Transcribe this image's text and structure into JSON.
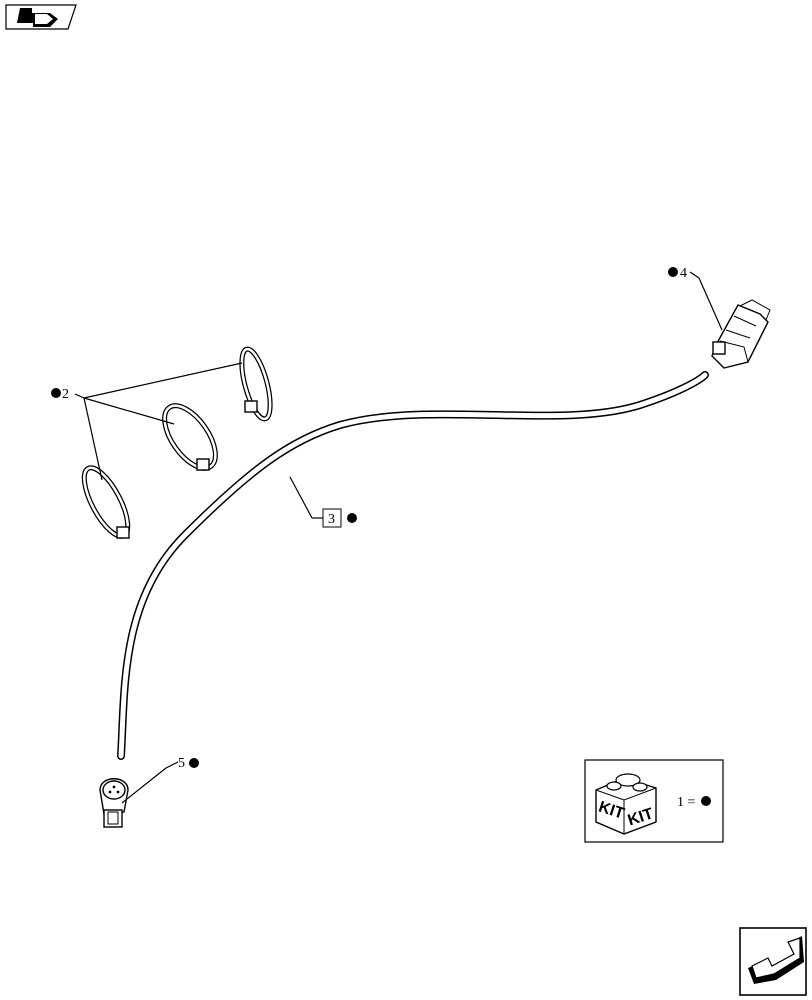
{
  "callouts": {
    "item_2": "2",
    "item_3": "3",
    "item_4": "4",
    "item_5": "5"
  },
  "kit_legend": {
    "box_label_left": "KIT",
    "box_label_right": "KIT",
    "equation": "1 ="
  },
  "icons": {
    "top_left": "previous-page-icon",
    "bottom_right": "next-page-icon",
    "marker": "filled-dot-icon"
  },
  "colors": {
    "line": "#000000",
    "background": "#ffffff"
  }
}
